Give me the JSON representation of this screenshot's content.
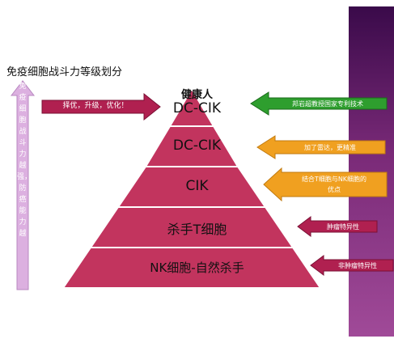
{
  "title": "免疫细胞战斗力等级划分",
  "vertical_arrow_text": "免疫细胞战斗力越强，防癌能力越",
  "top_arrow_text": "择优，升级，优化！",
  "tiers": [
    {
      "label_line1": "健康人",
      "label_line2": "DC-CIK"
    },
    {
      "label": "DC-CIK"
    },
    {
      "label": "CIK"
    },
    {
      "label": "杀手T细胞"
    },
    {
      "label": "NK细胞-自然杀手"
    }
  ],
  "right_arrows": [
    {
      "text": "邦岩超教授国家专利技术",
      "color": "#2e9e2e"
    },
    {
      "text": "加了雷达，更精准",
      "color": "#f0a020"
    },
    {
      "text_line1": "结合T细胞与NK细胞的",
      "text_line2": "优点",
      "color": "#f0a020"
    },
    {
      "text": "肿瘤特异性",
      "color": "#b02050"
    },
    {
      "text": "非肿瘤特异性",
      "color": "#b02050"
    }
  ],
  "colors": {
    "pyramid": "#c2345e",
    "purple_bar": "#7a2a78",
    "vertical_arrow": "#dcb0e0"
  }
}
